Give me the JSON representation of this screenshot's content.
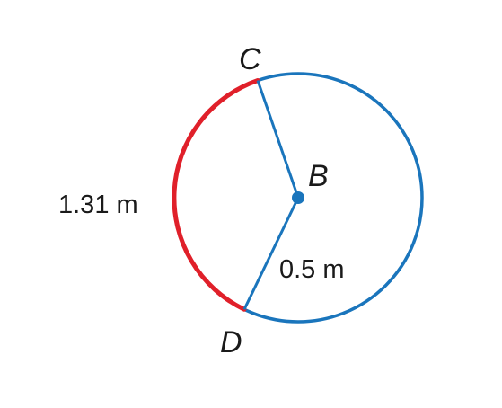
{
  "points": {
    "top": "C",
    "center": "B",
    "bottom": "D"
  },
  "measures": {
    "arc_length": "1.31 m",
    "radius": "0.5 m"
  },
  "colors": {
    "circle": "#1a75bc",
    "highlighted_arc": "#e0202a",
    "text": "#1a1a1a",
    "background": "#ffffff"
  }
}
